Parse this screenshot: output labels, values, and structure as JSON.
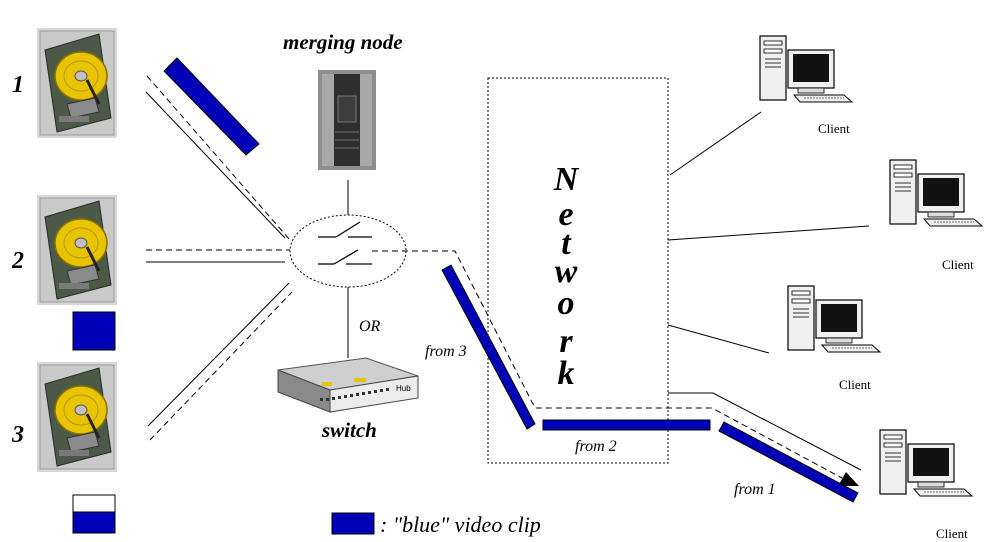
{
  "disks": [
    {
      "label": "1"
    },
    {
      "label": "2"
    },
    {
      "label": "3"
    }
  ],
  "merging_node": {
    "label": "merging node",
    "icon": "server-tower-icon"
  },
  "or_label": "OR",
  "switch": {
    "label": "switch",
    "device_text": "Hub",
    "icon": "hub-switch-icon"
  },
  "network": {
    "letters": [
      "N",
      "e",
      "t",
      "w",
      "o",
      "r",
      "k"
    ]
  },
  "clients": [
    {
      "label": "Client"
    },
    {
      "label": "Client"
    },
    {
      "label": "Client"
    },
    {
      "label": "Client"
    }
  ],
  "flows": [
    {
      "label": "from 3"
    },
    {
      "label": "from 2"
    },
    {
      "label": "from 1"
    }
  ],
  "legend": {
    "text": ": \"blue\" video clip"
  },
  "colors": {
    "clip_blue": "#0000b8",
    "disk_gold": "#e8c400",
    "line": "#000000"
  }
}
